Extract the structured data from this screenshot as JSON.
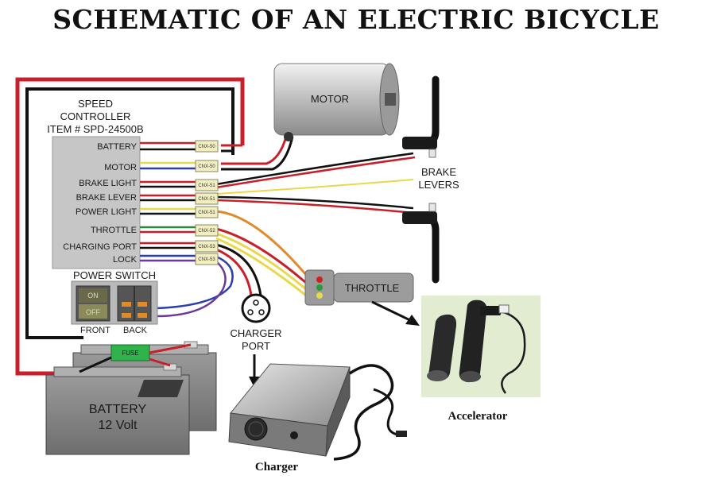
{
  "title": "SCHEMATIC OF AN ELECTRIC BICYCLE",
  "controller": {
    "label_line1": "SPEED",
    "label_line2": "CONTROLLER",
    "label_line3": "ITEM # SPD-24500B",
    "ports": [
      "BATTERY",
      "MOTOR",
      "BRAKE LIGHT",
      "BRAKE LEVER",
      "POWER LIGHT",
      "THROTTLE",
      "CHARGING PORT",
      "LOCK"
    ]
  },
  "connectors": [
    "CNX-50",
    "CNX-50",
    "CNX-51",
    "CNX-51",
    "CNX-51",
    "CNX-52",
    "CNX-53",
    "CNX-53"
  ],
  "motor": {
    "label": "MOTOR"
  },
  "brake": {
    "label_line1": "BRAKE",
    "label_line2": "LEVERS"
  },
  "throttle": {
    "label": "THROTTLE"
  },
  "power_switch": {
    "label": "POWER SWITCH",
    "on": "ON",
    "off": "OFF",
    "front": "FRONT",
    "back": "BACK"
  },
  "charger_port": {
    "label_line1": "CHARGER",
    "label_line2": "PORT"
  },
  "battery": {
    "label_line1": "BATTERY",
    "label_line2": "12 Volt",
    "fuse": "FUSE"
  },
  "captions": {
    "accelerator": "Accelerator",
    "charger": "Charger"
  },
  "colors": {
    "red_wire": "#c8202a",
    "black_wire": "#111111",
    "yellow_wire": "#e8d84a",
    "blue_wire": "#2a3fb0",
    "green_wire": "#2a8a3a",
    "orange_wire": "#e08a2a",
    "purple_wire": "#6a3a9a"
  }
}
